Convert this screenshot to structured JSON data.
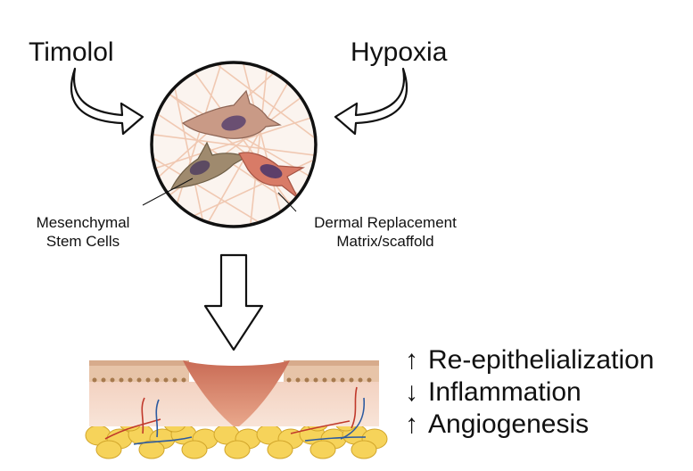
{
  "inputs": {
    "left": "Timolol",
    "right": "Hypoxia"
  },
  "circle_labels": {
    "left": [
      "Mesenchymal",
      "Stem Cells"
    ],
    "right": [
      "Dermal Replacement",
      "Matrix/scaffold"
    ]
  },
  "outcomes": [
    {
      "arrow": "↑",
      "text": "Re-epithelialization"
    },
    {
      "arrow": "↓",
      "text": "Inflammation"
    },
    {
      "arrow": "↑",
      "text": "Angiogenesis"
    }
  ]
}
